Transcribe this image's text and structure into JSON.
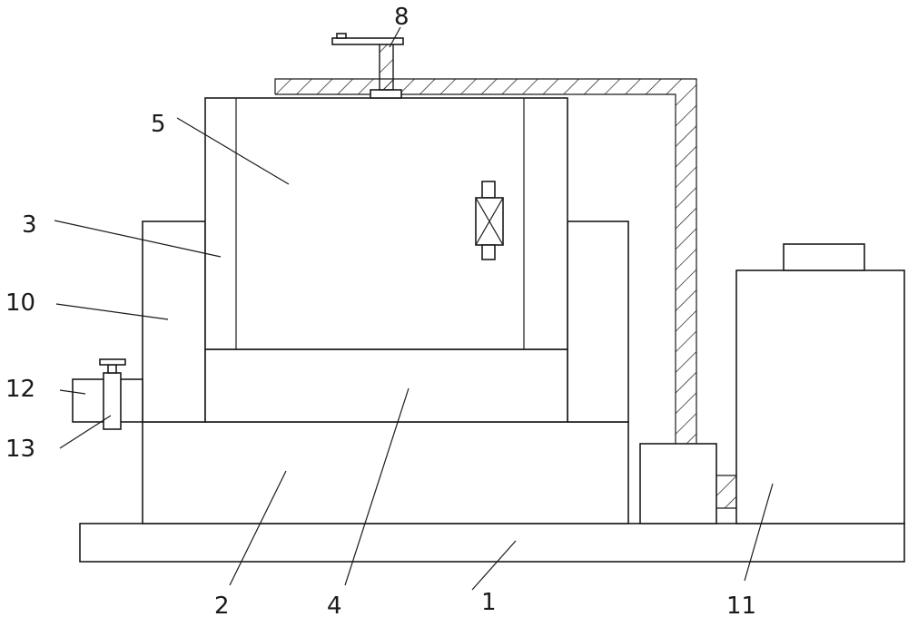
{
  "labels": {
    "l1": "1",
    "l2": "2",
    "l3": "3",
    "l4": "4",
    "l5": "5",
    "l8": "8",
    "l10": "10",
    "l11": "11",
    "l12": "12",
    "l13": "13"
  }
}
